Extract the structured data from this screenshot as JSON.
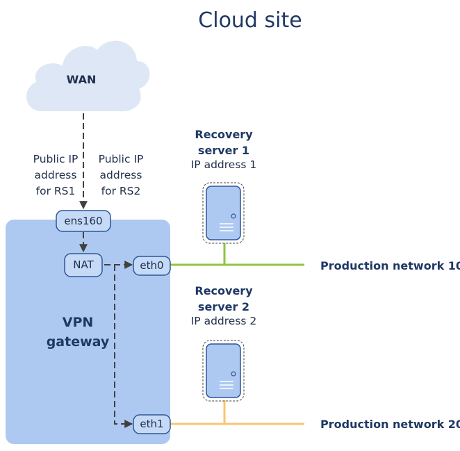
{
  "title": "Cloud site",
  "wan": {
    "label": "WAN"
  },
  "public_ip": {
    "rs1": [
      "Public IP",
      "address",
      "for RS1"
    ],
    "rs2": [
      "Public IP",
      "address",
      "for RS2"
    ]
  },
  "gateway": {
    "label_line1": "VPN",
    "label_line2": "gateway",
    "ports": {
      "ens160": "ens160",
      "nat": "NAT",
      "eth0": "eth0",
      "eth1": "eth1"
    }
  },
  "servers": [
    {
      "title_line1": "Recovery",
      "title_line2": "server 1",
      "ip": "IP address 1"
    },
    {
      "title_line1": "Recovery",
      "title_line2": "server 2",
      "ip": "IP address 2"
    }
  ],
  "networks": [
    {
      "label": "Production network 10",
      "color": "#8dc63f"
    },
    {
      "label": "Production network 20",
      "color": "#fbc470"
    }
  ],
  "colors": {
    "gateway_fill": "#adc9f1",
    "port_fill": "#c5daf6",
    "port_stroke": "#2f5597",
    "arrow": "#404040",
    "cloud_fill": "#dde7f5"
  }
}
